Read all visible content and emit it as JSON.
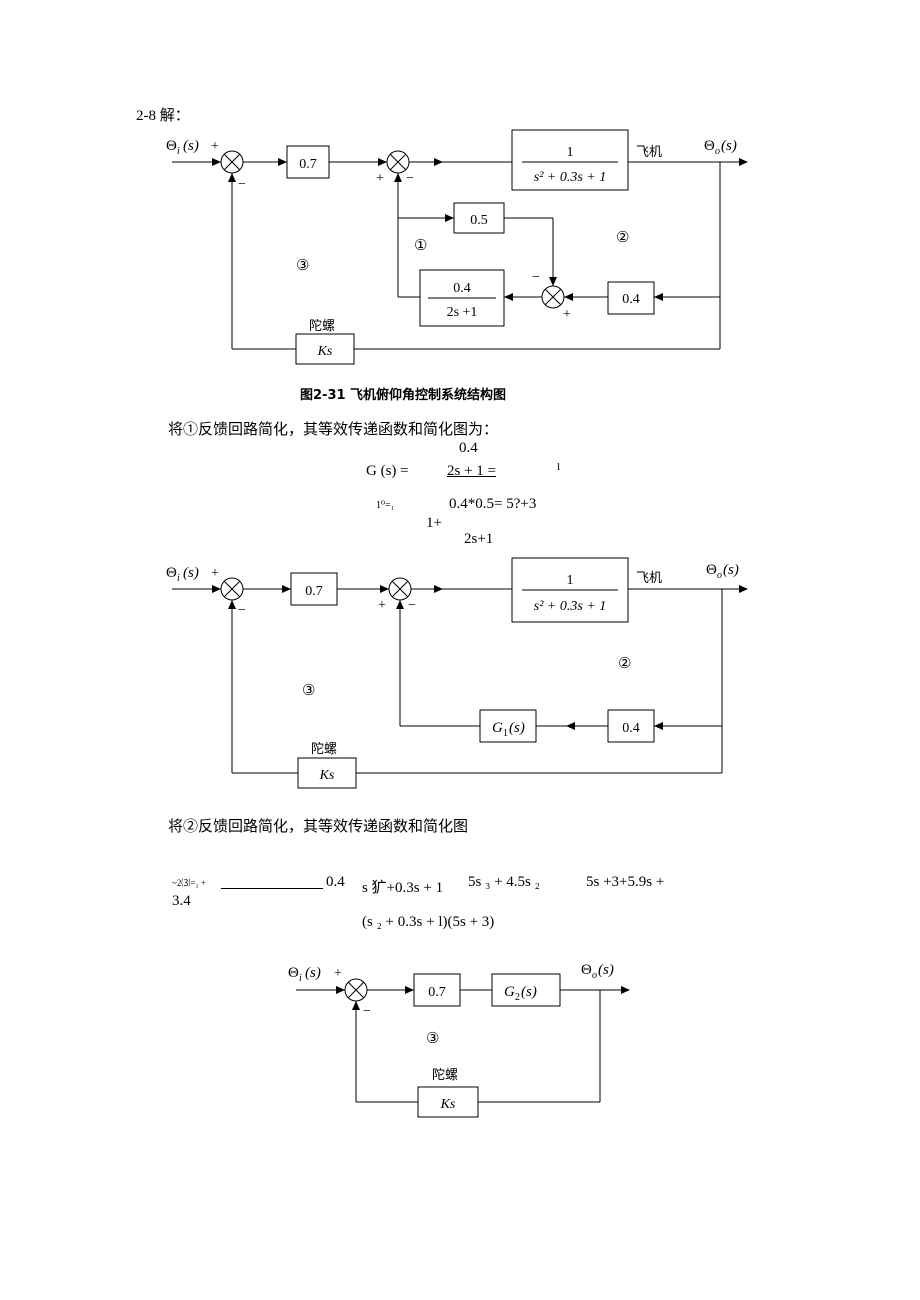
{
  "heading": "2-8 解：",
  "labels": {
    "theta_in": "Θ",
    "theta_in_sub": "i",
    "theta_out": "Θ",
    "theta_out_sub": "o",
    "s_arg": "(s)",
    "plus": "+",
    "minus": "−",
    "plane": "飞机",
    "gyro": "陀螺",
    "loop1": "①",
    "loop2": "②",
    "loop3": "③",
    "G": "G",
    "G1_sub": "1",
    "G2_sub": "2"
  },
  "blocks": {
    "gain_07": "0.7",
    "gain_05": "0.5",
    "gain_04": "0.4",
    "plant_num": "1",
    "plant_den": "s² + 0.3s + 1",
    "lag_num": "0.4",
    "lag_den": "2s +1",
    "gyro_tf": "Ks"
  },
  "caption": "图2-31   飞机俯仰角控制系统结构图",
  "para1": "将①反馈回路简化，其等效传递函数和简化图为：",
  "eq1": {
    "top": "0.4",
    "lhs": "G (s) =",
    "mid": "2s + 1 =",
    "sup1": "1",
    "left_small": "1⁰=₁",
    "right": "0.4*0.5= 5?+3",
    "one_plus": "1+",
    "den": "2s+1"
  },
  "para2": "将②反馈回路简化，其等效传递函数和简化图",
  "eq2": {
    "lhs": "~2⑶=₁ + ",
    "num_04": "0.4",
    "term1": "s 犷+0.3s + 1",
    "term2": "5s ₃ + 4.5s ₂",
    "term3": "5s +3+5.9s +",
    "tail": "3.4",
    "den": "(s ₂ + 0.3s + l)(5s + 3)"
  }
}
